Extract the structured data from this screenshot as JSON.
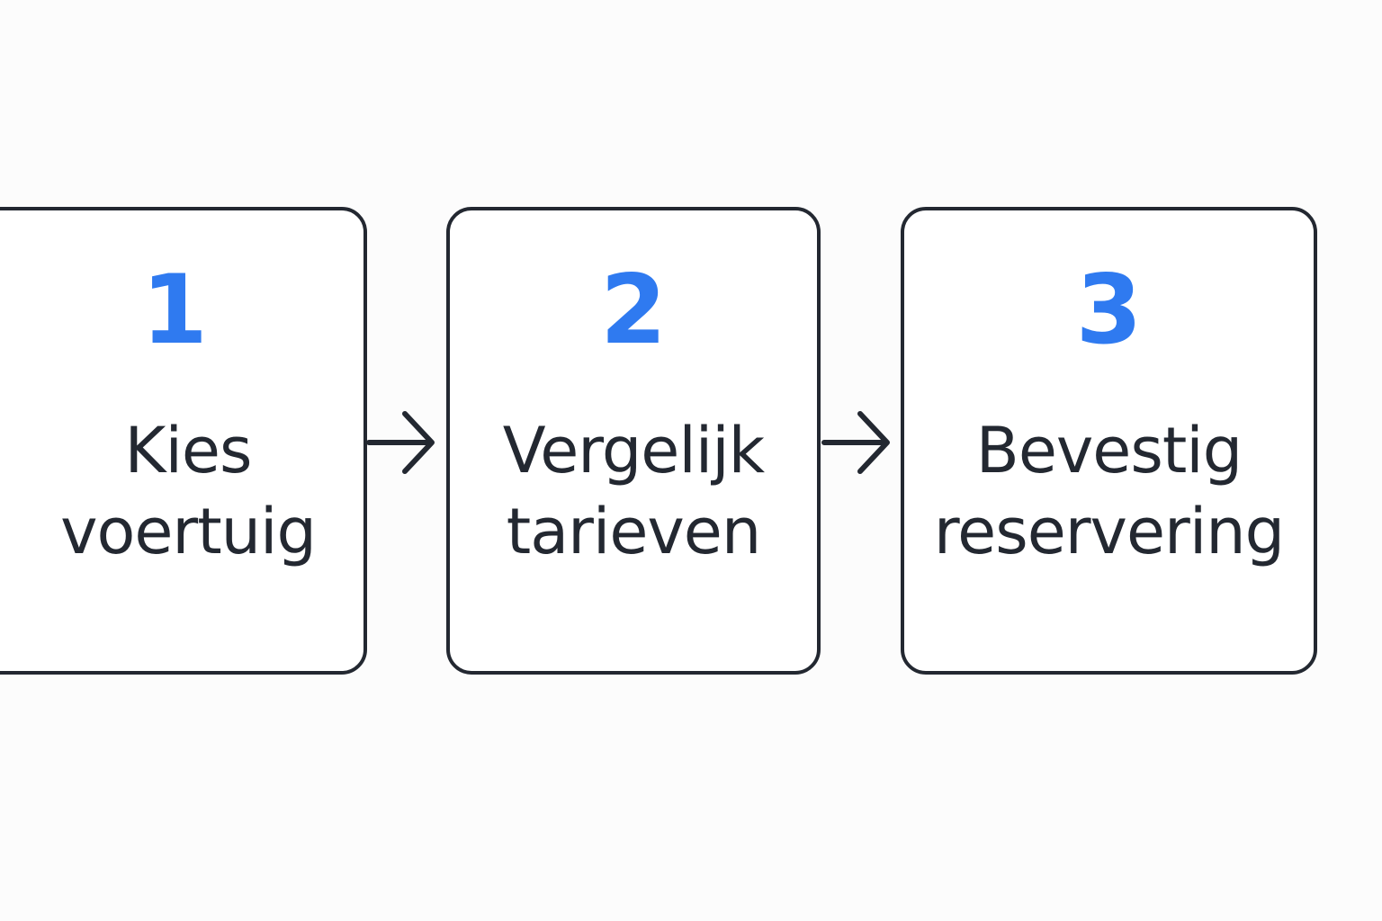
{
  "steps": [
    {
      "number": "1",
      "line1": "Kies",
      "line2": "voertuig"
    },
    {
      "number": "2",
      "line1": "Vergelijk",
      "line2": "tarieven"
    },
    {
      "number": "3",
      "line1": "Bevestig",
      "line2": "reservering"
    }
  ],
  "colors": {
    "accent": "#2f7af0",
    "ink": "#232831",
    "background": "#fcfcfc"
  },
  "icons": [
    "arrow-right-icon",
    "arrow-right-icon"
  ]
}
